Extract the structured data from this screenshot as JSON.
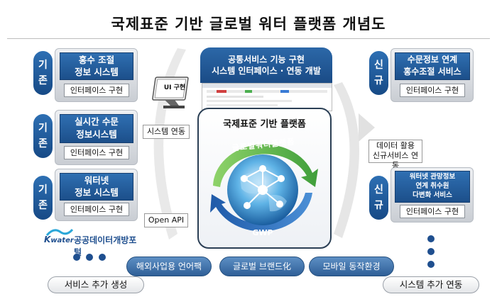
{
  "title": "국제표준 기반 글로벌 워터 플랫폼 개념도",
  "left_items": [
    {
      "tag": [
        "기",
        "존"
      ],
      "service": [
        "홍수 조절",
        "정보 시스템"
      ],
      "interface": "인터페이스 구현"
    },
    {
      "tag": [
        "기",
        "존"
      ],
      "service": [
        "실시간 수문",
        "정보시스템"
      ],
      "interface": "인터페이스 구현"
    },
    {
      "tag": [
        "기",
        "존"
      ],
      "service": [
        "워터넷",
        "정보 시스템"
      ],
      "interface": "인터페이스 구현"
    }
  ],
  "right_items": [
    {
      "tag": [
        "신",
        "규"
      ],
      "service": [
        "수문정보 연계",
        "홍수조절 서비스"
      ],
      "interface": "인터페이스 구현"
    },
    {
      "tag": [
        "신",
        "규"
      ],
      "service": [
        "워터넷 관망정보",
        "연계 취수원",
        "다변화 서비스"
      ],
      "interface": "인터페이스 구현"
    }
  ],
  "kwater_logo": {
    "brand_k": "K",
    "brand_water": "water",
    "portal_text": "공공데이터개방포털"
  },
  "ui_label": "UI 구현",
  "system_link": "시스템 연동",
  "open_api": "Open API",
  "top_panel": {
    "line1": "공통서비스 기능 구현",
    "line2": "시스템 인터페이스 · 연동 개발"
  },
  "center": {
    "title": "국제표준 기반 플랫폼",
    "arc_text": "글로벌워터플랫폼",
    "gwp": "GWP"
  },
  "right_link": [
    "데이터 활용",
    "신규서비스 연동"
  ],
  "bottom_pills": [
    "해외사업용 언어팩",
    "글로벌 브랜드化",
    "모바일 동작환경"
  ],
  "bottom_left": "서비스 추가 생성",
  "bottom_right": "시스템 추가 연동",
  "colors": {
    "primary_blue": "#1f5a9c",
    "accent_green": "#4caf50",
    "panel_gray": "#d6d9de"
  }
}
